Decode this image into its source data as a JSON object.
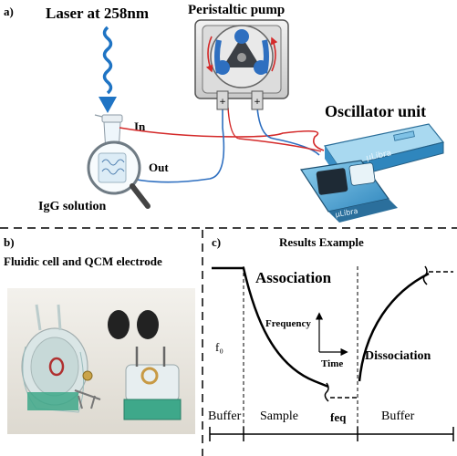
{
  "panel_a": {
    "label": "a)",
    "laser_label": "Laser at 258nm",
    "pump_label": "Peristaltic pump",
    "oscillator_label": "Oscillator unit",
    "device_brand": "µLibra",
    "in_label": "In",
    "out_label": "Out",
    "solution_label": "IgG solution"
  },
  "panel_b": {
    "label": "b)",
    "title": "Fluidic cell and QCM electrode"
  },
  "panel_c": {
    "label": "c)",
    "title": "Results Example",
    "association_label": "Association",
    "dissociation_label": "Dissociation",
    "frequency_axis": "Frequency",
    "time_axis": "Time",
    "f0_label": "f₀",
    "feq_label": "feq",
    "phases": [
      "Buffer",
      "Sample",
      "Buffer"
    ]
  },
  "colors": {
    "laser_blue": "#1f74c4",
    "tube_red": "#d42a2a",
    "tube_blue": "#2e6fc0",
    "device_blue": "#4aa8d8",
    "electrode_green": "#3ea88a"
  }
}
